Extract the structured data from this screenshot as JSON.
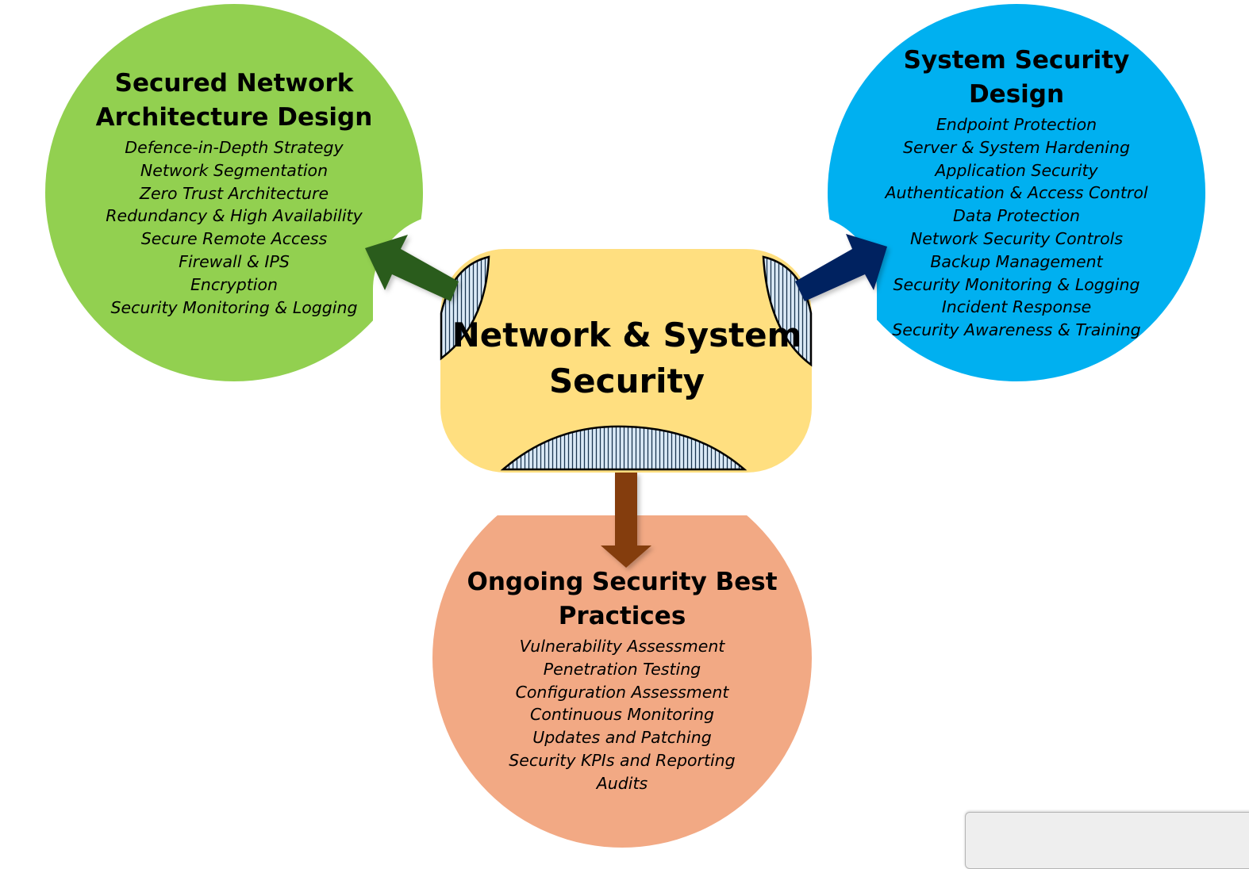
{
  "center": {
    "title_line1": "Network & System",
    "title_line2": "Security"
  },
  "left": {
    "title_line1": "Secured Network",
    "title_line2": "Architecture Design",
    "items": [
      "Defence-in-Depth Strategy",
      "Network Segmentation",
      "Zero Trust Architecture",
      "Redundancy & High Availability",
      "Secure Remote Access",
      "Firewall & IPS",
      "Encryption",
      "Security Monitoring & Logging"
    ]
  },
  "right": {
    "title_line1": "System Security",
    "title_line2": "Design",
    "items": [
      "Endpoint Protection",
      "Server & System Hardening",
      "Application Security",
      "Authentication & Access Control",
      "Data Protection",
      "Network Security Controls",
      "Backup Management",
      "Security Monitoring & Logging",
      "Incident Response",
      "Security Awareness & Training"
    ]
  },
  "bottom": {
    "title_line1": "Ongoing Security Best",
    "title_line2": "Practices",
    "items": [
      "Vulnerability Assessment",
      "Penetration Testing",
      "Configuration Assessment",
      "Continuous Monitoring",
      "Updates and Patching",
      "Security KPIs and Reporting",
      "Audits"
    ]
  },
  "colors": {
    "left_circle": "#92d050",
    "right_circle": "#00b0f0",
    "bottom_circle": "#f2a984",
    "center_fill": "#ffdf80",
    "arrow_left": "#2c5c1a",
    "arrow_right": "#002060",
    "arrow_bottom": "#843c0c",
    "hatch_fill": "#dbeaf7"
  }
}
